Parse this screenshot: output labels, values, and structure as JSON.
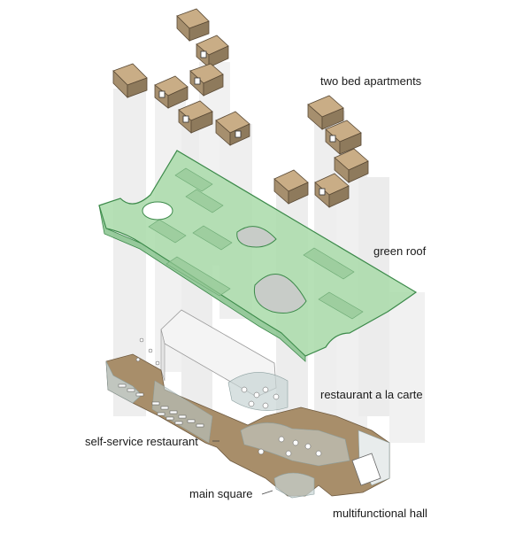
{
  "labels": {
    "apartments": "two bed apartments",
    "roof": "green roof",
    "restaurant_carte": "restaurant a la carte",
    "self_service": "self-service restaurant",
    "main_square": "main square",
    "multifunctional": "multifunctional hall"
  },
  "colors": {
    "roof_fill": "#a9dba9",
    "roof_stroke": "#3c8a4a",
    "box_top": "#c9ad86",
    "box_side": "#8e7a5c",
    "floor": "#a88e6a",
    "glass": "#c7d4d4",
    "ghost": "#e6e6e6",
    "wall_top": "#f2f2f2"
  }
}
